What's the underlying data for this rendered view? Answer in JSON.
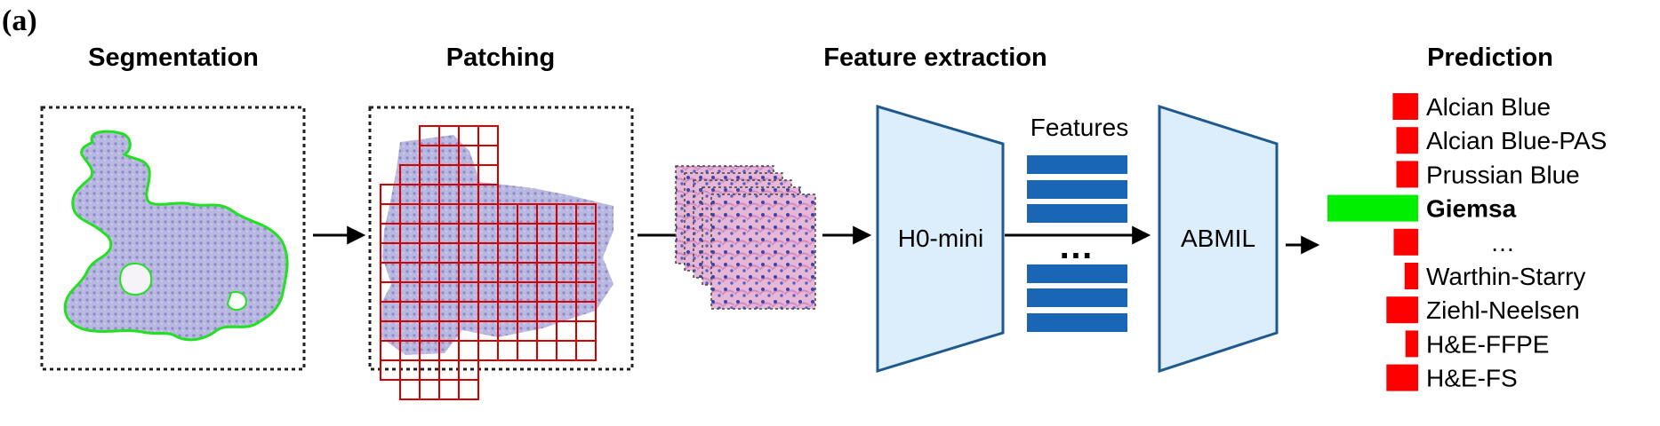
{
  "panel_label": "(a)",
  "stages": {
    "segmentation": "Segmentation",
    "patching": "Patching",
    "feature_extraction": "Feature extraction",
    "prediction": "Prediction"
  },
  "encoder_label": "H0-mini",
  "aggregator_label": "ABMIL",
  "features_label": "Features",
  "features_ellipsis": "…",
  "colors": {
    "trapezoid_fill": "#dceefb",
    "trapezoid_stroke": "#1f5a8e",
    "feature_bar": "#1866b5",
    "patch_grid": "#d40000",
    "contour": "#22e022",
    "bar_red": "#ff0000",
    "bar_green": "#00ee00"
  },
  "predictions": [
    {
      "label": "Alcian Blue",
      "score": 0.28,
      "highlight": false,
      "color": "red"
    },
    {
      "label": "Alcian Blue-PAS",
      "score": 0.24,
      "highlight": false,
      "color": "red"
    },
    {
      "label": "Prussian Blue",
      "score": 0.24,
      "highlight": false,
      "color": "red"
    },
    {
      "label": "Giemsa",
      "score": 1.0,
      "highlight": true,
      "color": "green"
    },
    {
      "label": "…",
      "score": 0.27,
      "highlight": false,
      "color": "red"
    },
    {
      "label": "Warthin-Starry",
      "score": 0.15,
      "highlight": false,
      "color": "red"
    },
    {
      "label": "Ziehl-Neelsen",
      "score": 0.35,
      "highlight": false,
      "color": "red"
    },
    {
      "label": "H&E-FFPE",
      "score": 0.14,
      "highlight": false,
      "color": "red"
    },
    {
      "label": "H&E-FS",
      "score": 0.35,
      "highlight": false,
      "color": "red"
    }
  ]
}
